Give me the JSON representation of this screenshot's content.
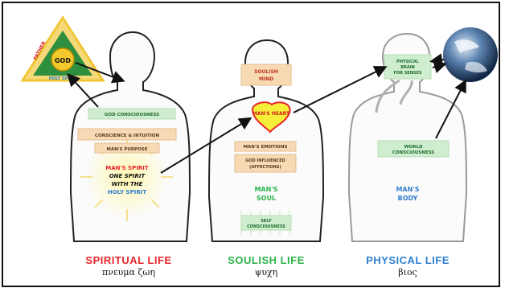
{
  "colors": {
    "spiritual": "#e8262b",
    "soulish": "#2ab34a",
    "physical": "#2f7fd1",
    "label_box": "#f7d9b4",
    "green_box": "#cfeecf",
    "gold": "#f2c12e",
    "arrow": "#111111"
  },
  "figures": {
    "spiritual": {
      "trinity": {
        "father": "FATHER",
        "god": "GOD",
        "holy_spirit": "HOLY SPIRIT"
      },
      "god_consciousness": "GOD CONSCIOUSNESS",
      "conscience": "CONSCIENCE & INTUITION",
      "purpose": "MAN'S PURPOSE",
      "spirit_lines": [
        "MAN'S SPIRIT",
        "ONE SPIRIT",
        "WITH THE",
        "HOLY SPIRIT"
      ],
      "title": "SPIRITUAL LIFE",
      "subtitle": "πνευμα ζωη"
    },
    "soulish": {
      "mind": "SOULISH MIND",
      "heart": "MAN'S HEART",
      "emotions": "MAN'S EMOTIONS",
      "god_affected": "GOD INFLUENCED (AFFECTIONS)",
      "soul_lines": [
        "MAN'S",
        "SOUL"
      ],
      "self_consciousness": "SELF CONSCIOUSNESS",
      "title": "SOULISH LIFE",
      "subtitle": "ψυχη"
    },
    "physical": {
      "brain": "PHYSICAL BRAIN FOR SENSES",
      "world_consciousness": "WORLD CONSCIOUSNESS",
      "body_lines": [
        "MAN'S",
        "BODY"
      ],
      "title": "PHYSICAL LIFE",
      "subtitle": "βιος"
    }
  }
}
